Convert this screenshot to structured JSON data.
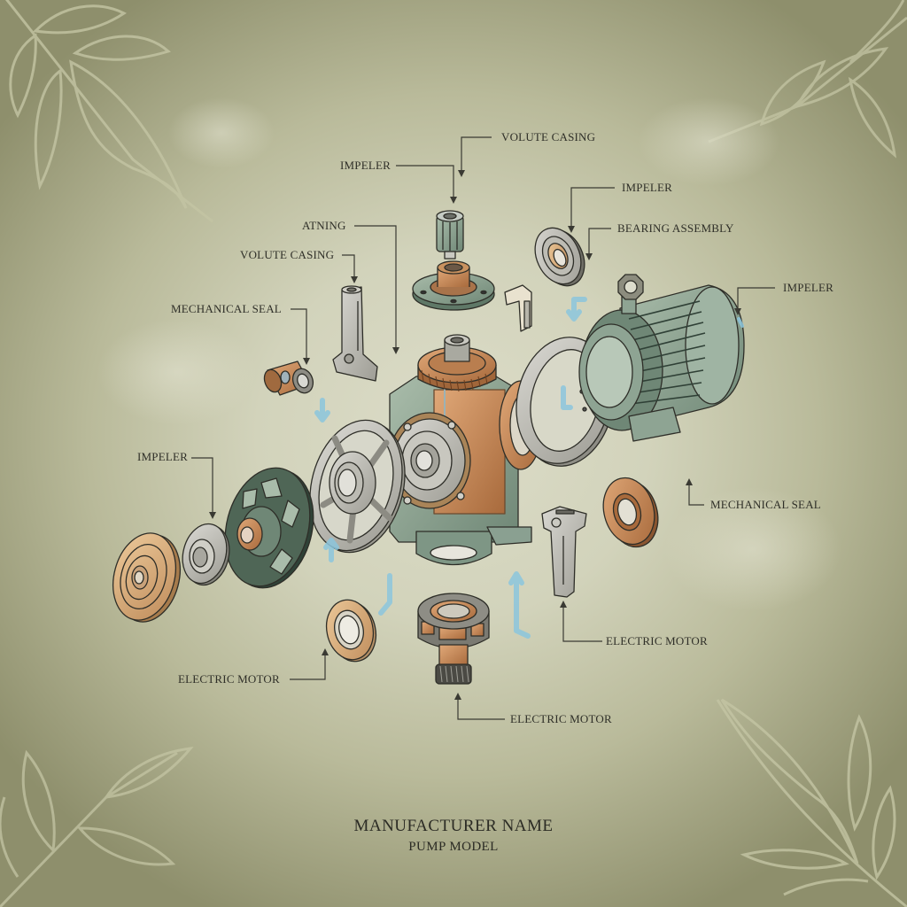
{
  "diagram": {
    "type": "exploded-view illustration",
    "subject": "centrifugal pump assembly",
    "colors": {
      "background_center": "#dcdcc8",
      "background_edge": "#8e8f6c",
      "leaf_outline": "#c9c9a9",
      "steel_gray": "#b9b8b0",
      "green_casting": "#8fa393",
      "dark_green": "#4f6656",
      "copper": "#c98a57",
      "light_blue_arrow": "#8cc6dd",
      "label_text": "#2f2f28",
      "leader_line": "#3a3a33"
    }
  },
  "labels": [
    {
      "id": "volute-casing-top",
      "text": "VOLUTE CASING"
    },
    {
      "id": "impeler-top",
      "text": "IMPELER"
    },
    {
      "id": "atning",
      "text": "ATNING"
    },
    {
      "id": "volute-casing-left",
      "text": "VOLUTE CASING"
    },
    {
      "id": "mechanical-seal-left",
      "text": "MECHANICAL SEAL"
    },
    {
      "id": "impeler-upper-right",
      "text": "IMPELER"
    },
    {
      "id": "bearing-assembly",
      "text": "BEARING ASSEMBLY"
    },
    {
      "id": "impeler-right",
      "text": "IMPELER"
    },
    {
      "id": "impeler-left",
      "text": "IMPELER"
    },
    {
      "id": "mechanical-seal-right",
      "text": "MECHANICAL SEAL"
    },
    {
      "id": "electric-motor-bottom-left",
      "text": "ELECTRIC MOTOR"
    },
    {
      "id": "electric-motor-bottom-right",
      "text": "ELECTRIC MOTOR"
    },
    {
      "id": "electric-motor-bottom-center",
      "text": "ELECTRIC MOTOR"
    }
  ],
  "footer": {
    "manufacturer": "MANUFACTURER NAME",
    "model": "PUMP MODEL"
  }
}
